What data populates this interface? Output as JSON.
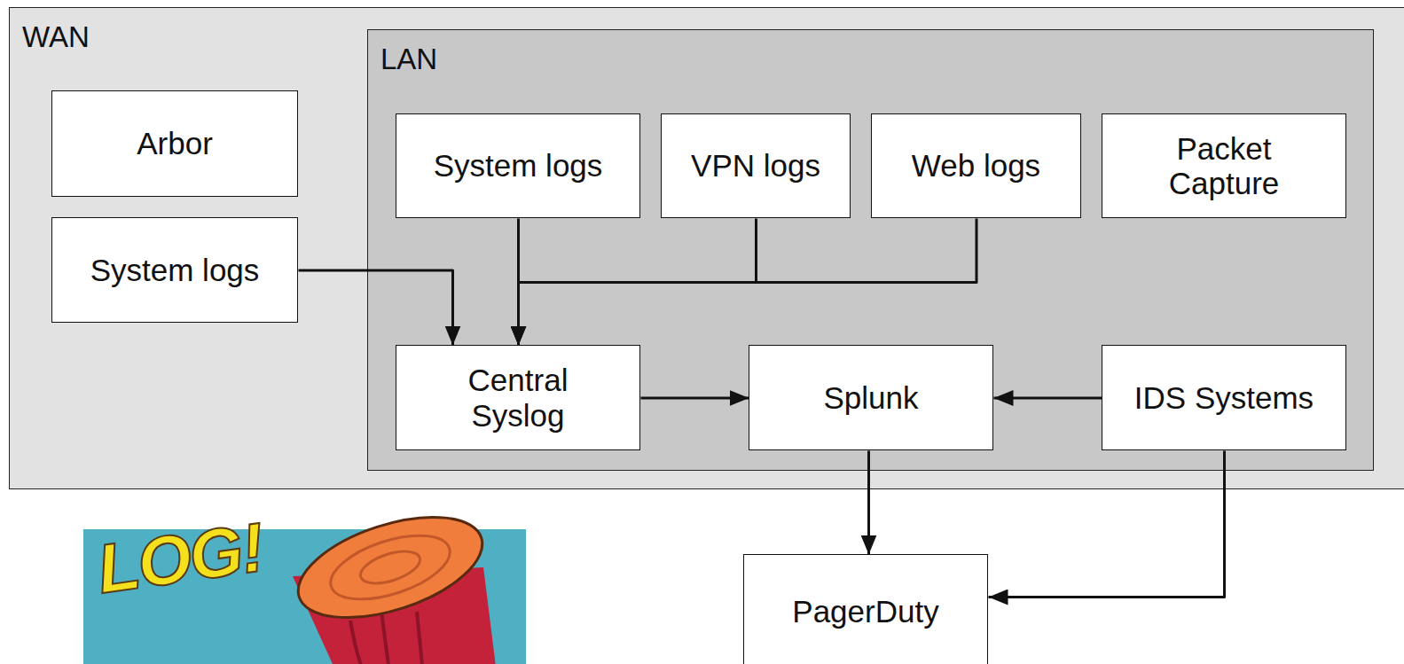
{
  "diagram": {
    "nodes": [
      {
        "text": [
          "WAN"
        ]
      },
      {
        "text": [
          "LAN"
        ],
        "in": 0
      },
      {
        "text": [
          "Arbor"
        ],
        "in": 0
      },
      {
        "text": [
          "System logs"
        ],
        "in": 0
      },
      {
        "text": [
          "System logs"
        ],
        "in": 1
      },
      {
        "text": [
          "VPN logs"
        ],
        "in": 1
      },
      {
        "text": [
          "Web logs"
        ],
        "in": 1
      },
      {
        "text": [
          "Packet Capture"
        ],
        "in": 1
      },
      {
        "text": [
          "Central Syslog"
        ],
        "in": 1
      },
      {
        "text": [
          "Splunk"
        ],
        "in": 1
      },
      {
        "text": [
          "IDS Systems"
        ],
        "in": 1
      },
      {
        "text": [
          "PagerDuty"
        ]
      }
    ],
    "edges": [
      {
        "from": 3,
        "to": 8,
        "arrow": "to"
      },
      {
        "from": 4,
        "to": 8,
        "arrow": "to"
      },
      {
        "from": 5,
        "to": 8,
        "arrow": "to"
      },
      {
        "from": 6,
        "to": 8,
        "arrow": "to"
      },
      {
        "from": 8,
        "to": 9,
        "arrow": "to"
      },
      {
        "from": 10,
        "to": 9,
        "arrow": "to"
      },
      {
        "from": 9,
        "to": 11,
        "arrow": "to"
      },
      {
        "from": 10,
        "to": 11,
        "arrow": "to"
      }
    ],
    "labels": [
      "LOG!"
    ]
  }
}
